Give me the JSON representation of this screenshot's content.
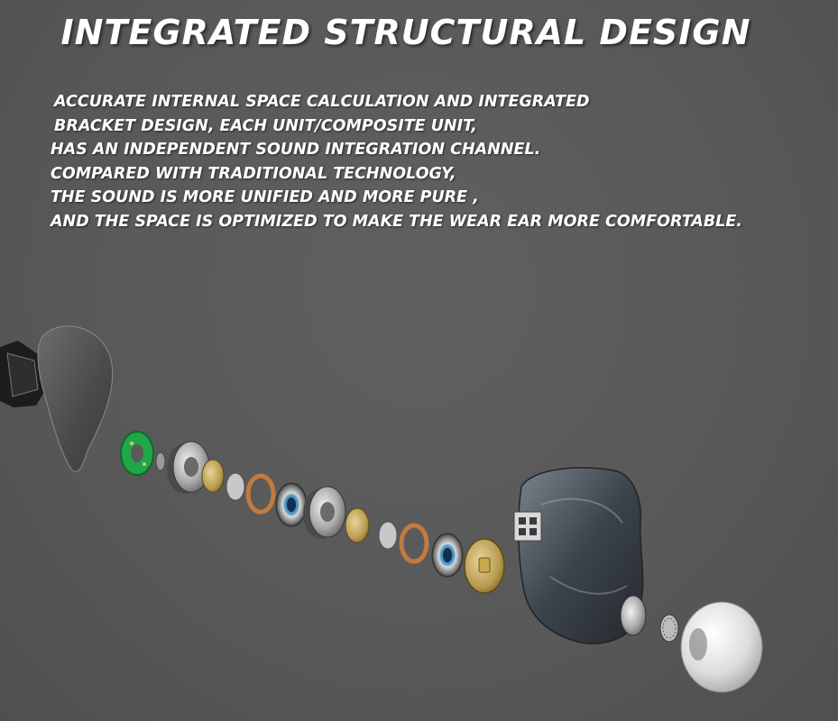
{
  "headline": "INTEGRATED STRUCTURAL DESIGN",
  "description_lines": [
    "ACCURATE INTERNAL SPACE CALCULATION AND INTEGRATED",
    "BRACKET DESIGN, EACH UNIT/COMPOSITE UNIT,",
    "HAS AN INDEPENDENT SOUND INTEGRATION CHANNEL.",
    "COMPARED WITH TRADITIONAL TECHNOLOGY,",
    "THE SOUND IS MORE UNIFIED AND MORE PURE ,",
    "AND THE SPACE IS OPTIMIZED TO MAKE  THE WEAR EAR MORE COMFORTABLE."
  ],
  "illustration": {
    "subject": "exploded-view-earphone",
    "colors": {
      "background": "#5a5a5a",
      "text": "#ffffff",
      "circuit_board": "#1fa84a",
      "brass": "#b89a4e",
      "copper": "#c27a3e",
      "steel": "#c9c9c9",
      "shell": "#3a4148",
      "ear_tip": "#e2e2e2"
    }
  }
}
